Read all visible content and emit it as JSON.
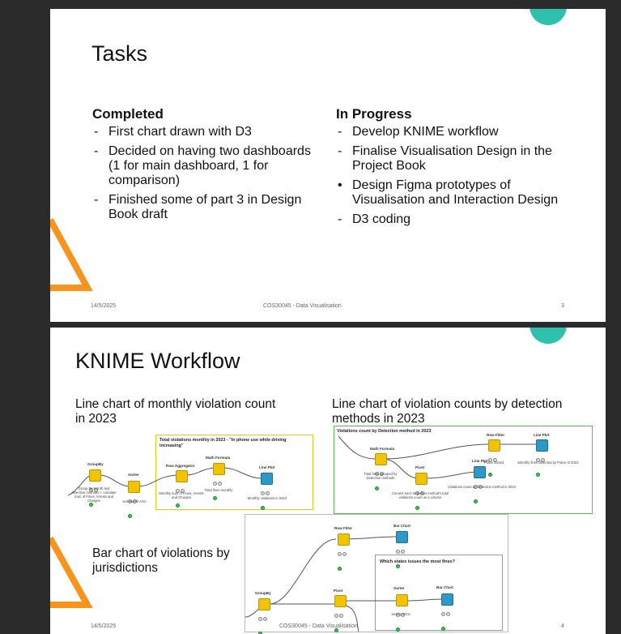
{
  "slide1": {
    "title": "Tasks",
    "completed": {
      "heading": "Completed",
      "bullets": [
        "First chart drawn with D3",
        "Decided on having two dashboards (1 for main dashboard, 1 for comparison)",
        "Finished some of part 3 in Design Book draft"
      ]
    },
    "in_progress": {
      "heading": "In Progress",
      "bullets": [
        "Develop KNIME workflow",
        "Finalise Visualisation Design in the Project Book",
        "Design Figma prototypes of Visualisation and Interaction Design",
        "D3 coding"
      ]
    },
    "footer": {
      "date": "14/5/2025",
      "course": "COS30045 - Data Visualisation",
      "page": "3"
    }
  },
  "slide2": {
    "title": "KNIME Workflow",
    "caption1": "Line chart of monthly violation count in 2023",
    "caption2": "Line chart of violation counts by detection methods in 2023",
    "caption3": "Bar chart of violations by jurisdictions",
    "footer": {
      "date": "14/5/2025",
      "course": "COS30045 - Data Visualisation",
      "page": "4"
    },
    "wf1": {
      "box_title": "Total violations monthly in 2023 - \"In phone use while driving increasing\"",
      "groupby_label": "GroupBy",
      "groupby_desc": "Group By Month and detection methods + calculate Sum of Fines, Arrests and Charges",
      "sorter_label": "Sorter",
      "sorter_desc": "sort Month ASC",
      "rowagg_label": "Row Aggregator",
      "rowagg_desc": "Monthly sum of Fines, Arrests and Charges",
      "math_label": "Math Formula",
      "math_desc": "Total fines monthly",
      "lineplot_label": "Line Plot",
      "lineplot_desc": "Monthly violations in 2023"
    },
    "wf2": {
      "box_title": "Violations count by Detection method in 2023",
      "math_label": "Math Formula",
      "math_desc": "Total fines grouped by Detection methods",
      "rowfilter_label": "Row Filter",
      "rowfilter_desc": "Police issued",
      "lineplot1_label": "Line Plot",
      "lineplot1_desc": "Monthly fines detected by Police in 2023",
      "pivot_label": "Pivot",
      "pivot_desc": "Convert each detection method's total violations count as a column",
      "lineplot2_label": "Line Plot",
      "lineplot2_desc": "Violations count by Detection method in 2023"
    },
    "wf3": {
      "rowfilter_label": "Row Filter",
      "barchart1_label": "Bar Chart",
      "groupby_label": "GroupBy",
      "pivot_label": "Pivot",
      "box_title": "Which states issues the most fines?",
      "sorter_label": "Sorter",
      "sorter_desc": "Sort by DCS",
      "barchart2_label": "Bar Chart"
    }
  },
  "colors": {
    "teal": "#2fc0ae",
    "orange": "#f7941d",
    "knime_yellow": "#f2c400",
    "knime_blue": "#2d9ac6",
    "annot_yellow": "#e8c91e",
    "annot_green": "#5cb85c"
  }
}
